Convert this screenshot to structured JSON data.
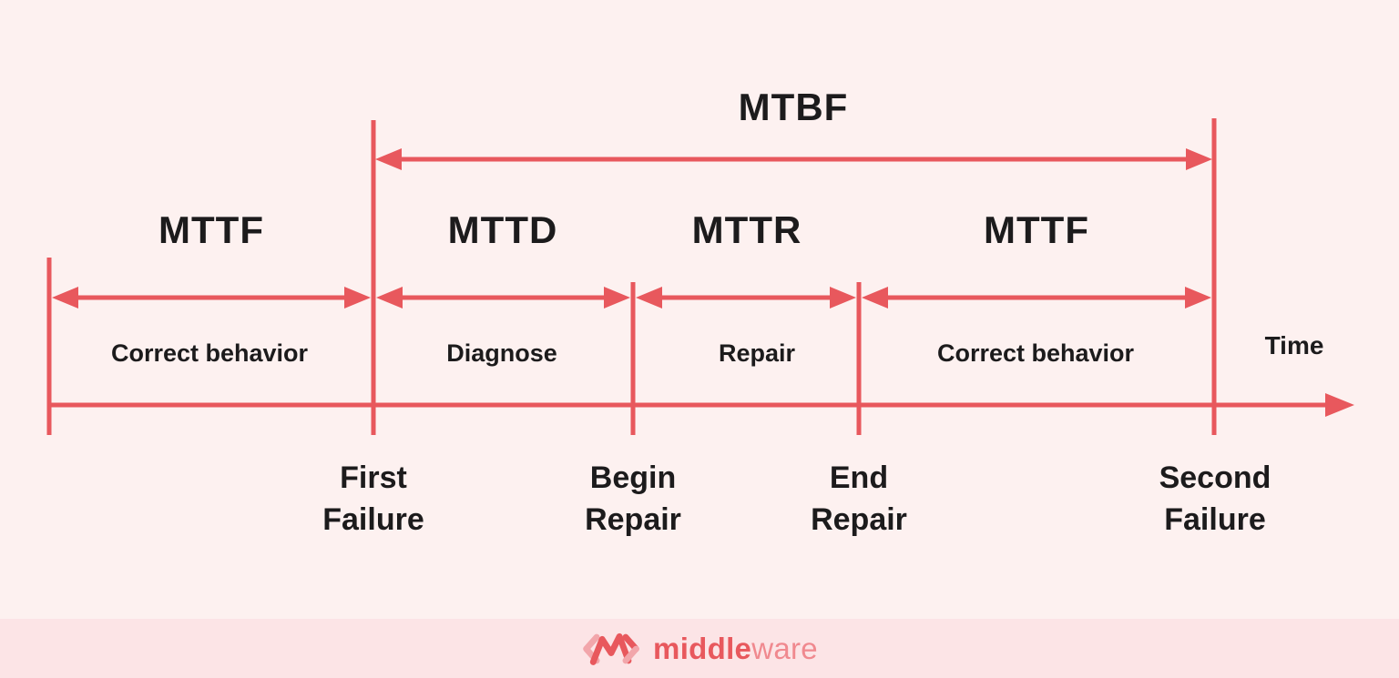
{
  "colors": {
    "background": "#fdf1f0",
    "footer_band": "#fce4e6",
    "accent_red": "#e8585d",
    "accent_red_light": "#f2a6ab",
    "text": "#1c1b1c"
  },
  "diagram": {
    "top_label": "MTBF",
    "segments": [
      {
        "label": "MTTF",
        "caption": "Correct behavior"
      },
      {
        "label": "MTTD",
        "caption": "Diagnose"
      },
      {
        "label": "MTTR",
        "caption": "Repair"
      },
      {
        "label": "MTTF",
        "caption": "Correct behavior"
      }
    ],
    "milestones": [
      "First\nFailure",
      "Begin\nRepair",
      "End\nRepair",
      "Second\nFailure"
    ],
    "axis_label": "Time"
  },
  "footer": {
    "logo_icon": "middleware-chevron-logo",
    "logo_bold": "middle",
    "logo_light": "ware"
  }
}
